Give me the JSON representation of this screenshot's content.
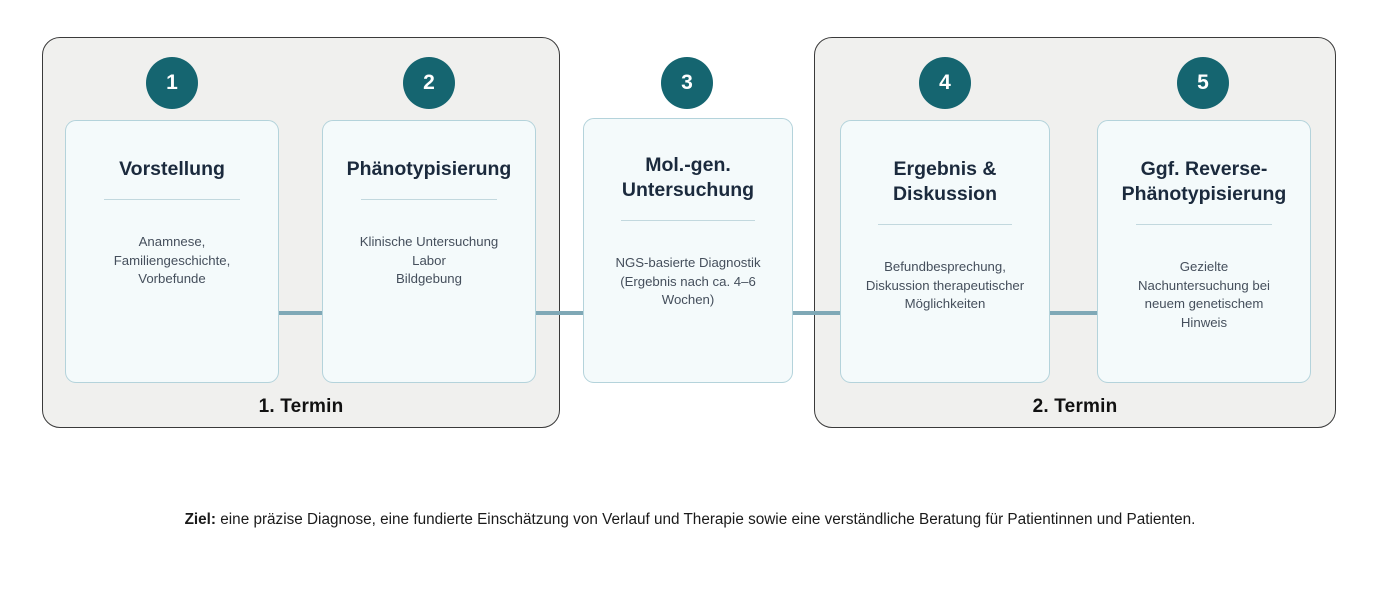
{
  "diagram": {
    "groups": [
      {
        "id": "termin-1",
        "label": "1. Termin"
      },
      {
        "id": "termin-2",
        "label": "2. Termin"
      }
    ],
    "steps": [
      {
        "number": "1",
        "title": "Vorstellung",
        "description": "Anamnese,\nFamiliengeschichte,\nVorbefunde"
      },
      {
        "number": "2",
        "title": "Phänotypisierung",
        "description": "Klinische Untersuchung\nLabor\nBildgebung"
      },
      {
        "number": "3",
        "title": "Mol.-gen.\nUntersuchung",
        "description": "NGS-basierte Diagnostik\n(Ergebnis nach ca. 4–6\nWochen)"
      },
      {
        "number": "4",
        "title": "Ergebnis &\nDiskussion",
        "description": "Befundbesprechung,\nDiskussion therapeutischer\nMöglichkeiten"
      },
      {
        "number": "5",
        "title": "Ggf. Reverse-\nPhänotypisierung",
        "description": "Gezielte\nNachuntersuchung bei\nneuem genetischem\nHinweis"
      }
    ],
    "footer": {
      "label": "Ziel:",
      "text": " eine präzise Diagnose, eine fundierte Einschätzung von Verlauf und Therapie sowie eine verständliche Beratung für Patientinnen und Patienten."
    },
    "colors": {
      "circle": "#156570",
      "card_background": "#f4fafb",
      "card_border": "#b4d3db",
      "group_background": "#f0f0ee",
      "group_border": "#3a3a3a",
      "connector": "#7fa8b6",
      "title_text": "#1b2a3d",
      "body_text": "#454f5c"
    }
  }
}
